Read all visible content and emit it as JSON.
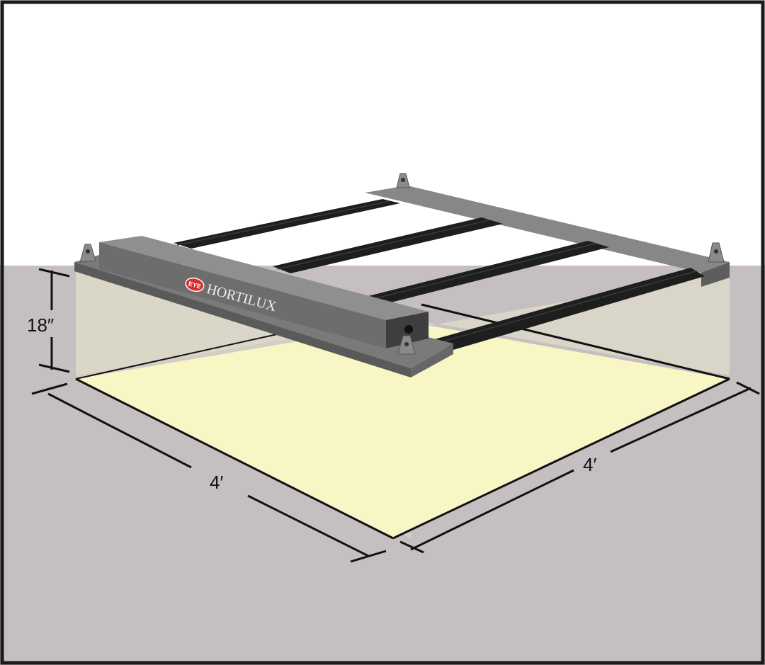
{
  "figure": {
    "height_label": "18″",
    "width_label_left": "4′",
    "width_label_right": "4′",
    "brand": {
      "logo_badge": "EYE",
      "logo_text": "HORTILUX"
    }
  },
  "colors": {
    "frame": "#1a1a1a",
    "sky": "#ffffff",
    "floor": "#c5bfc2",
    "footprint": "#f8f6c4",
    "light_column": "#d9d5c8",
    "fixture_gray": "#7c7c7c",
    "fixture_dark": "#4a4a4a",
    "light_bar": "#1e1e1e",
    "logo_red": "#d72a2a"
  }
}
